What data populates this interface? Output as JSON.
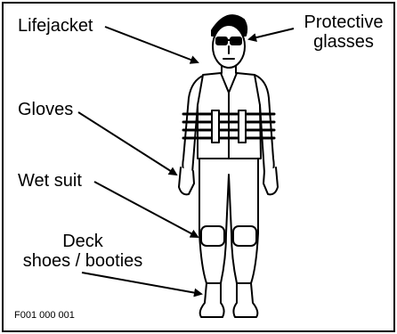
{
  "labels": {
    "lifejacket": "Lifejacket",
    "protective_glasses_line1": "Protective",
    "protective_glasses_line2": "glasses",
    "gloves": "Gloves",
    "wet_suit": "Wet suit",
    "deck_shoes_line1": "Deck",
    "deck_shoes_line2": "shoes / booties"
  },
  "figure_code": "F001 000 001",
  "colors": {
    "ink": "#000000",
    "paper": "#ffffff"
  }
}
